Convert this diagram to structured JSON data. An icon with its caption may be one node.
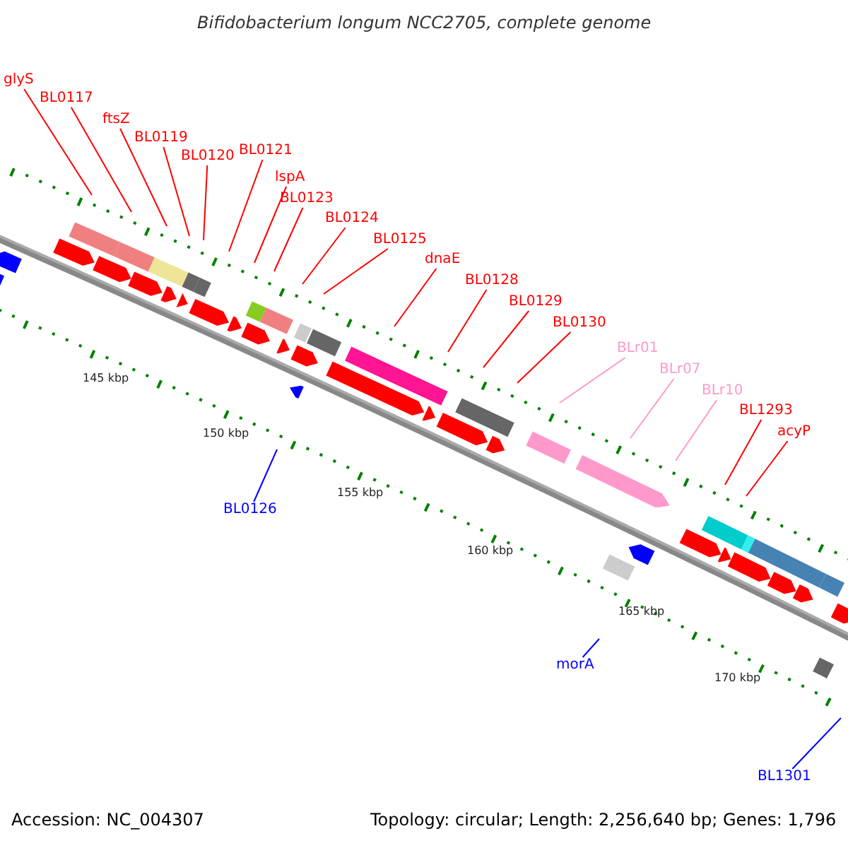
{
  "diagram": {
    "title": "Bifidobacterium longum NCC2705, complete genome",
    "nodes": [
      {
        "text": [
          "glyS"
        ]
      },
      {
        "text": [
          "BL0117"
        ]
      },
      {
        "text": [
          "ftsZ"
        ]
      },
      {
        "text": [
          "BL0119"
        ]
      },
      {
        "text": [
          "BL0120"
        ]
      },
      {
        "text": [
          "BL0121"
        ]
      },
      {
        "text": [
          "lspA"
        ]
      },
      {
        "text": [
          "BL0123"
        ]
      },
      {
        "text": [
          "BL0124"
        ]
      },
      {
        "text": [
          "BL0125"
        ]
      },
      {
        "text": [
          "dnaE"
        ]
      },
      {
        "text": [
          "BL0128"
        ]
      },
      {
        "text": [
          "BL0129"
        ]
      },
      {
        "text": [
          "BL0130"
        ]
      },
      {
        "text": [
          "BLr01"
        ]
      },
      {
        "text": [
          "BLr07"
        ]
      },
      {
        "text": [
          "BLr10"
        ]
      },
      {
        "text": [
          "BL1293"
        ]
      },
      {
        "text": [
          "acyP"
        ]
      },
      {
        "text": [
          "BL0126"
        ]
      },
      {
        "text": [
          "morA"
        ]
      },
      {
        "text": [
          "BL1301"
        ]
      }
    ],
    "edges": [
      {
        "from": 0,
        "to": null,
        "arrow": "none"
      },
      {
        "from": 1,
        "to": null,
        "arrow": "none"
      },
      {
        "from": 2,
        "to": null,
        "arrow": "none"
      },
      {
        "from": 3,
        "to": null,
        "arrow": "none"
      },
      {
        "from": 4,
        "to": null,
        "arrow": "none"
      },
      {
        "from": 5,
        "to": null,
        "arrow": "none"
      },
      {
        "from": 6,
        "to": null,
        "arrow": "none"
      },
      {
        "from": 7,
        "to": null,
        "arrow": "none"
      },
      {
        "from": 8,
        "to": null,
        "arrow": "none"
      },
      {
        "from": 9,
        "to": null,
        "arrow": "none"
      },
      {
        "from": 10,
        "to": null,
        "arrow": "none"
      },
      {
        "from": 11,
        "to": null,
        "arrow": "none"
      },
      {
        "from": 12,
        "to": null,
        "arrow": "none"
      },
      {
        "from": 13,
        "to": null,
        "arrow": "none"
      },
      {
        "from": 14,
        "to": null,
        "arrow": "none",
        "color": "#ff99cc"
      },
      {
        "from": 15,
        "to": null,
        "arrow": "none",
        "color": "#ff99cc"
      },
      {
        "from": 16,
        "to": null,
        "arrow": "none",
        "color": "#ff99cc"
      },
      {
        "from": 17,
        "to": null,
        "arrow": "none"
      },
      {
        "from": 18,
        "to": null,
        "arrow": "none"
      },
      {
        "from": 19,
        "to": null,
        "arrow": "none",
        "color": "#0000ff"
      },
      {
        "from": 20,
        "to": null,
        "arrow": "none",
        "color": "#0000ff"
      },
      {
        "from": 21,
        "to": null,
        "arrow": "none",
        "color": "#0000ff"
      }
    ],
    "labels": [
      "145 kbp",
      "150 kbp",
      "155 kbp",
      "160 kbp",
      "165 kbp",
      "170 kbp",
      "Accession: NC_004307",
      "Topology: circular; Length: 2,256,640 bp; Genes: 1,796"
    ]
  }
}
